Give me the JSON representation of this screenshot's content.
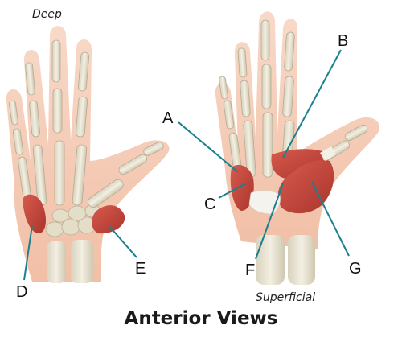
{
  "views": {
    "deep": "Deep",
    "superficial": "Superficial"
  },
  "caption": "Anterior Views",
  "labels": {
    "a": "A",
    "b": "B",
    "c": "C",
    "d": "D",
    "e": "E",
    "f": "F",
    "g": "G"
  },
  "colors": {
    "skin": "#f6cdb8",
    "bone": "#e9e4d2",
    "muscle": "#c0443a",
    "leader": "#1a7f8e"
  }
}
